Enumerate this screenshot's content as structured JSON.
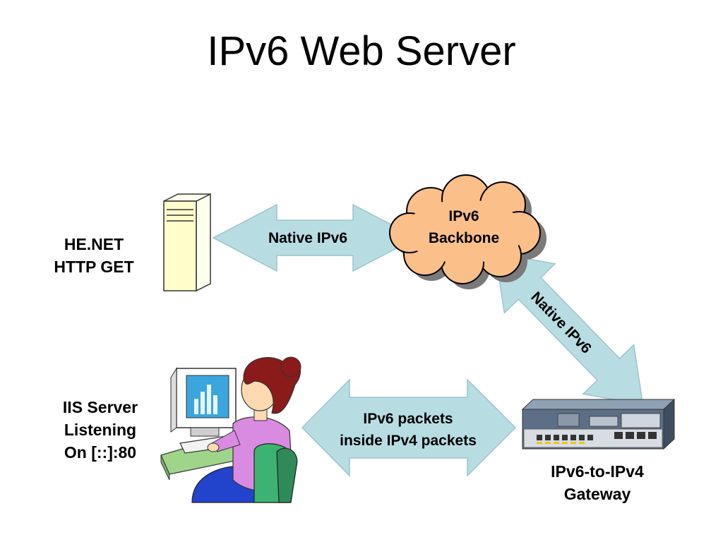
{
  "title": "IPv6 Web Server",
  "client": {
    "lines": [
      "HE.NET",
      "HTTP GET"
    ]
  },
  "server": {
    "lines": [
      "IIS Server",
      "Listening",
      "On [::]:80"
    ]
  },
  "backbone": {
    "lines": [
      "IPv6",
      "Backbone"
    ]
  },
  "gateway": {
    "lines": [
      "IPv6-to-IPv4",
      "Gateway"
    ]
  },
  "links": {
    "client_backbone": "Native IPv6",
    "backbone_gateway": "Native IPv6",
    "server_gateway": [
      "IPv6 packets",
      "inside IPv4 packets"
    ]
  },
  "colors": {
    "arrow_fill": "#b7dde3",
    "arrow_stroke": "#9cc4cb",
    "cloud_fill": "#fbbf8a",
    "cloud_shadow": "#7a7a7a",
    "server_fill": "#ffffcc",
    "router_body": "#5c6f87"
  }
}
